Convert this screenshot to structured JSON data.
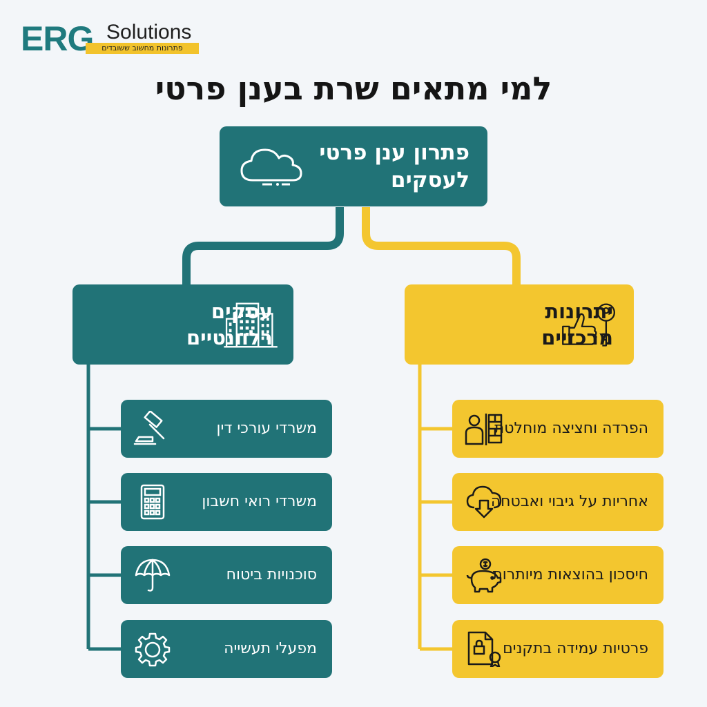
{
  "logo": {
    "brand": "ERG",
    "brand_suffix": "Solutions",
    "tagline": "פתרונות מחשוב ששובדים"
  },
  "title": "למי מתאים שרת בענן פרטי",
  "root": {
    "label": "פתרון ענן פרטי לעסקים",
    "icon": "cloud-icon"
  },
  "left_branch": {
    "label": "עסקים רלוונטיים",
    "icon": "buildings-icon",
    "items": [
      {
        "label": "משרדי עורכי דין",
        "icon": "gavel-icon"
      },
      {
        "label": "משרדי רואי חשבון",
        "icon": "calculator-icon"
      },
      {
        "label": "סוכנויות ביטוח",
        "icon": "umbrella-icon"
      },
      {
        "label": "מפעלי תעשייה",
        "icon": "gear-icon"
      }
    ]
  },
  "right_branch": {
    "label": "יתרונות מרכזיים",
    "icon": "thumbs-up-key-icon",
    "items": [
      {
        "label": "הפרדה וחציצה מוחלטת",
        "icon": "firewall-user-icon"
      },
      {
        "label": "אחריות על גיבוי ואבטחה",
        "icon": "cloud-download-icon"
      },
      {
        "label": "חיסכון בהוצאות מיותרות",
        "icon": "piggy-bank-icon"
      },
      {
        "label": "פרטיות עמידה בתקנים",
        "icon": "secure-document-icon"
      }
    ]
  },
  "colors": {
    "teal": "#217377",
    "yellow": "#f3c62f",
    "background": "#f3f6f9"
  }
}
